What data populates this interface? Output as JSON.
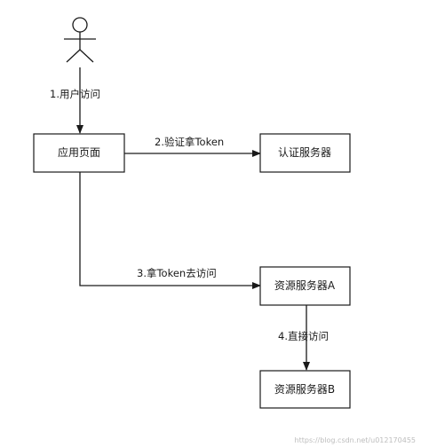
{
  "nodes": {
    "app_page": "应用页面",
    "auth_server": "认证服务器",
    "resource_a": "资源服务器A",
    "resource_b": "资源服务器B"
  },
  "edges": {
    "step1": "1.用户访问",
    "step2": "2.验证拿Token",
    "step3": "3.拿Token去访问",
    "step4": "4.直接访问"
  },
  "watermark": "https://blog.csdn.net/u012170455"
}
